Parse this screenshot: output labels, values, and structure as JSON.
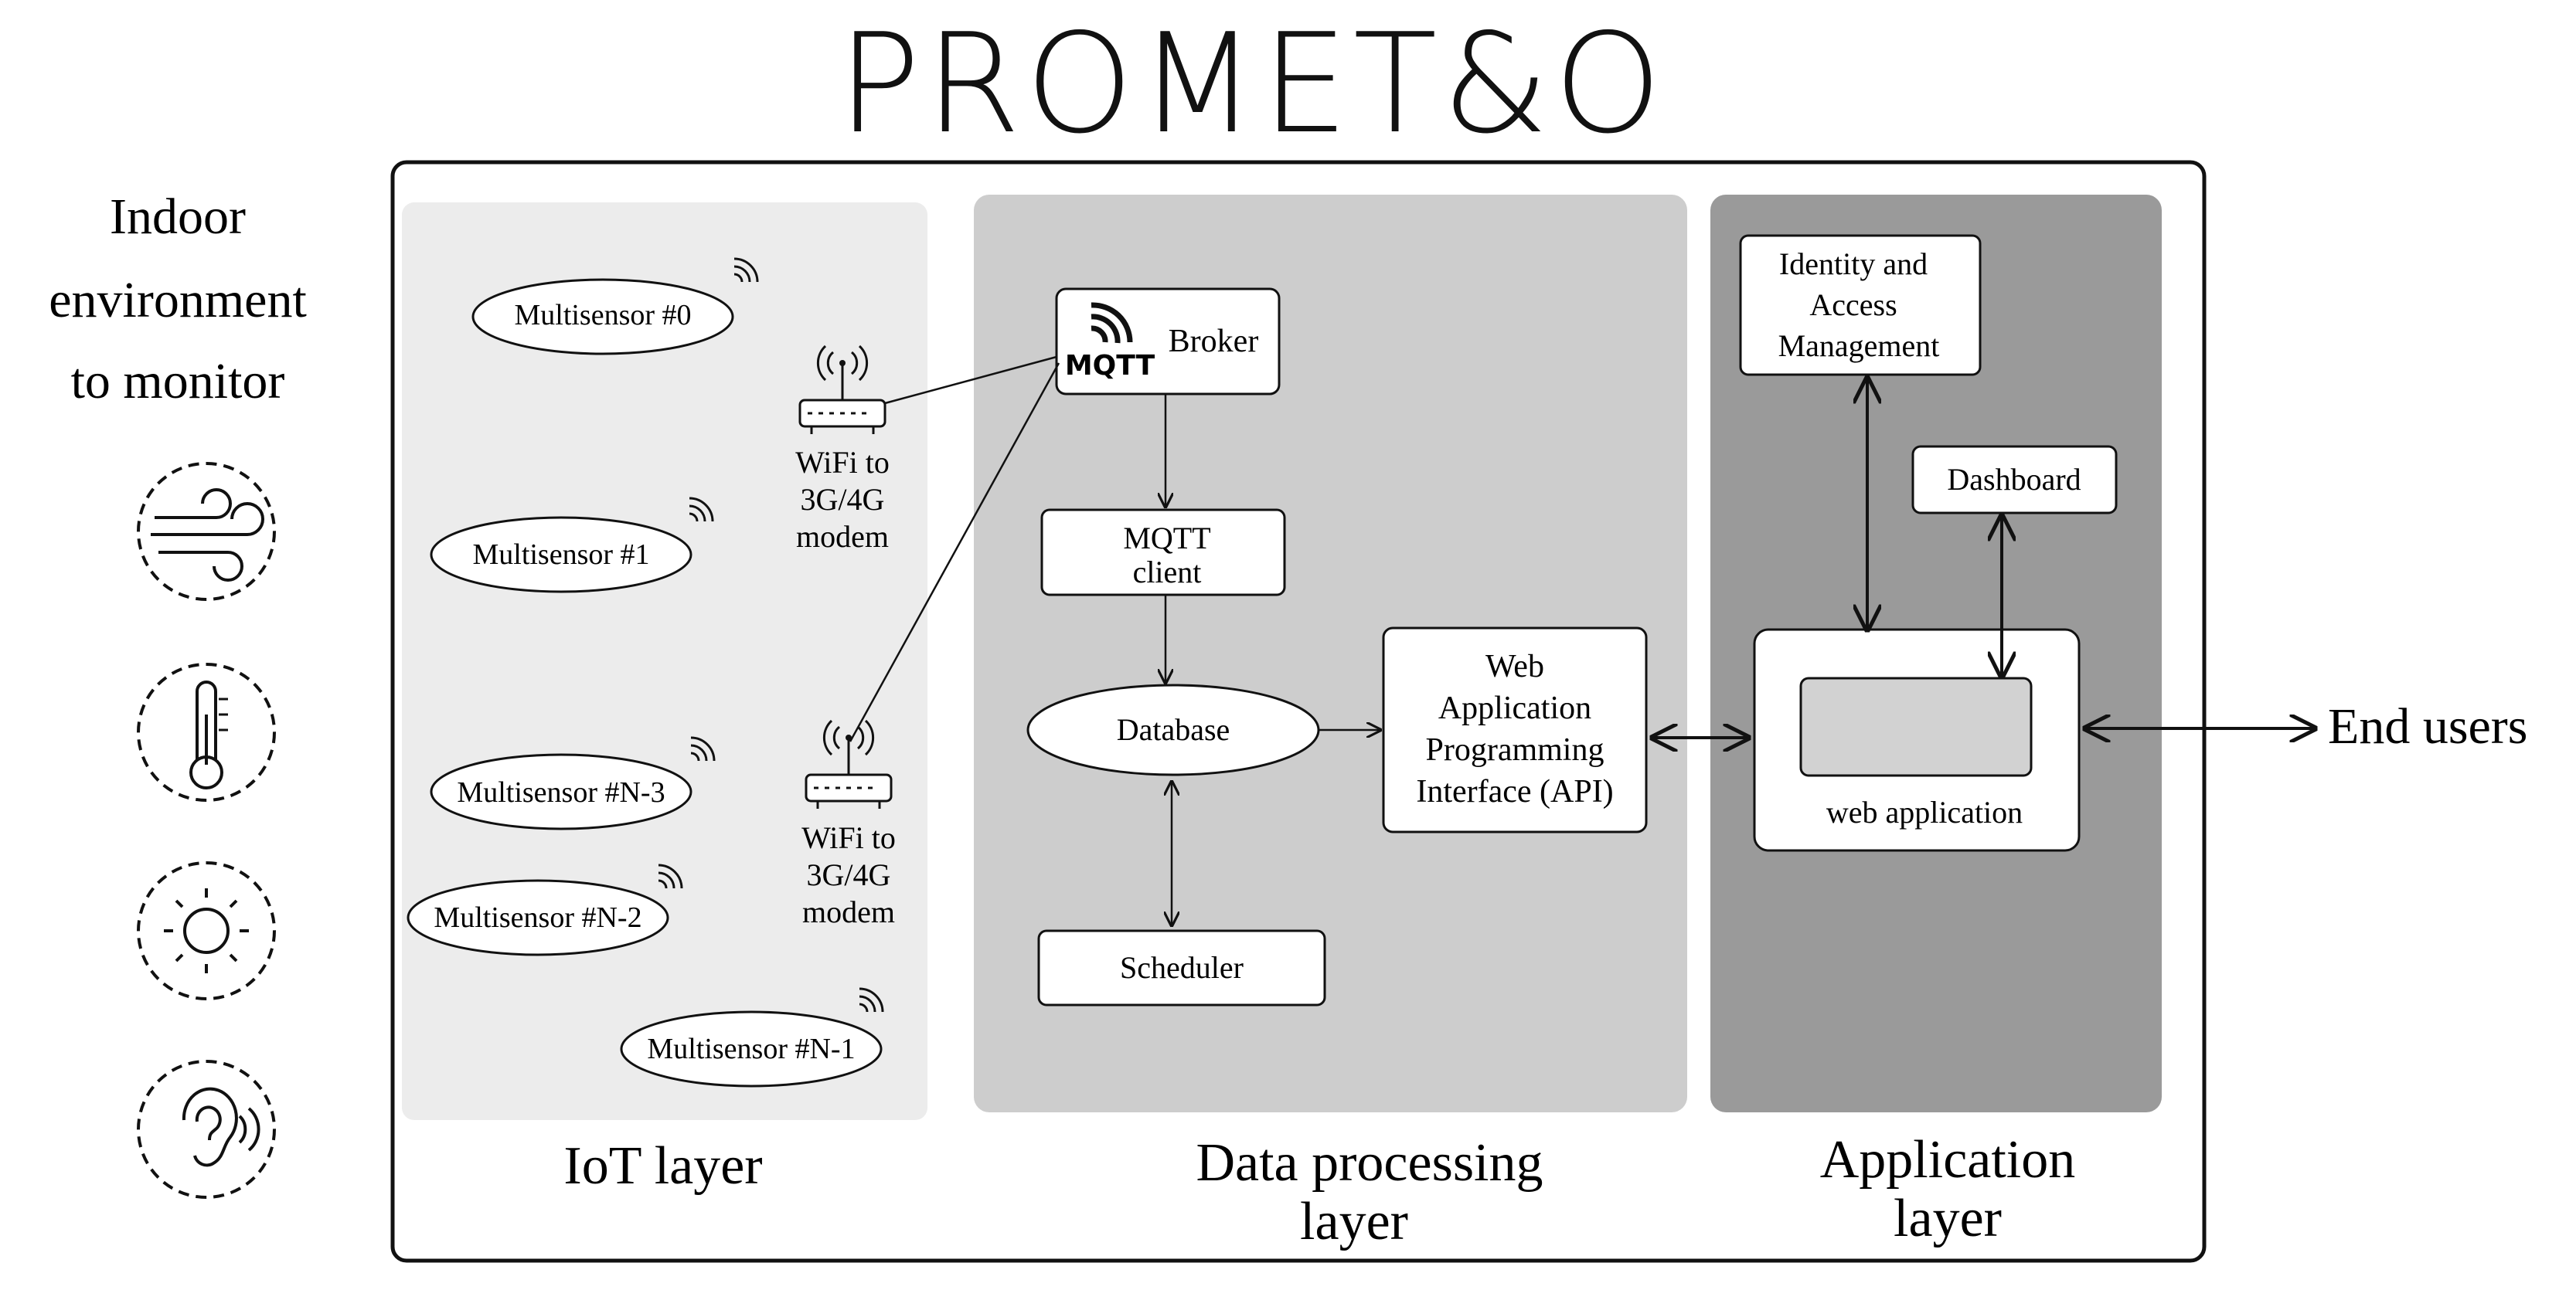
{
  "title": "PROMET&O",
  "left_panel": {
    "heading_lines": [
      "Indoor",
      "environment",
      "to monitor"
    ],
    "icons": [
      "wind-icon",
      "thermometer-icon",
      "sun-icon",
      "ear-sound-icon"
    ]
  },
  "iot_layer": {
    "label": "IoT layer",
    "sensors": [
      "Multisensor #0",
      "Multisensor #1",
      "Multisensor #N-3",
      "Multisensor #N-2",
      "Multisensor #N-1"
    ],
    "modems": [
      {
        "lines": [
          "WiFi to",
          "3G/4G",
          "modem"
        ]
      },
      {
        "lines": [
          "WiFi to",
          "3G/4G",
          "modem"
        ]
      }
    ]
  },
  "data_processing_layer": {
    "label_lines": [
      "Data processing",
      "layer"
    ],
    "broker": {
      "logo": "MQTT",
      "label": "Broker"
    },
    "mqtt_client_lines": [
      "MQTT",
      "client"
    ],
    "database": "Database",
    "scheduler": "Scheduler",
    "api_lines": [
      "Web",
      "Application",
      "Programming",
      "Interface (API)"
    ]
  },
  "application_layer": {
    "label_lines": [
      "Application",
      "layer"
    ],
    "iam_lines": [
      "Identity and",
      "Access",
      "Management"
    ],
    "dashboard": "Dashboard",
    "web_app": "web application"
  },
  "end_users": "End users",
  "colors": {
    "iot_bg": "#ececec",
    "data_bg": "#cdcdcd",
    "app_bg": "#9a9a9a",
    "inner_box": "#d2d2d2"
  }
}
